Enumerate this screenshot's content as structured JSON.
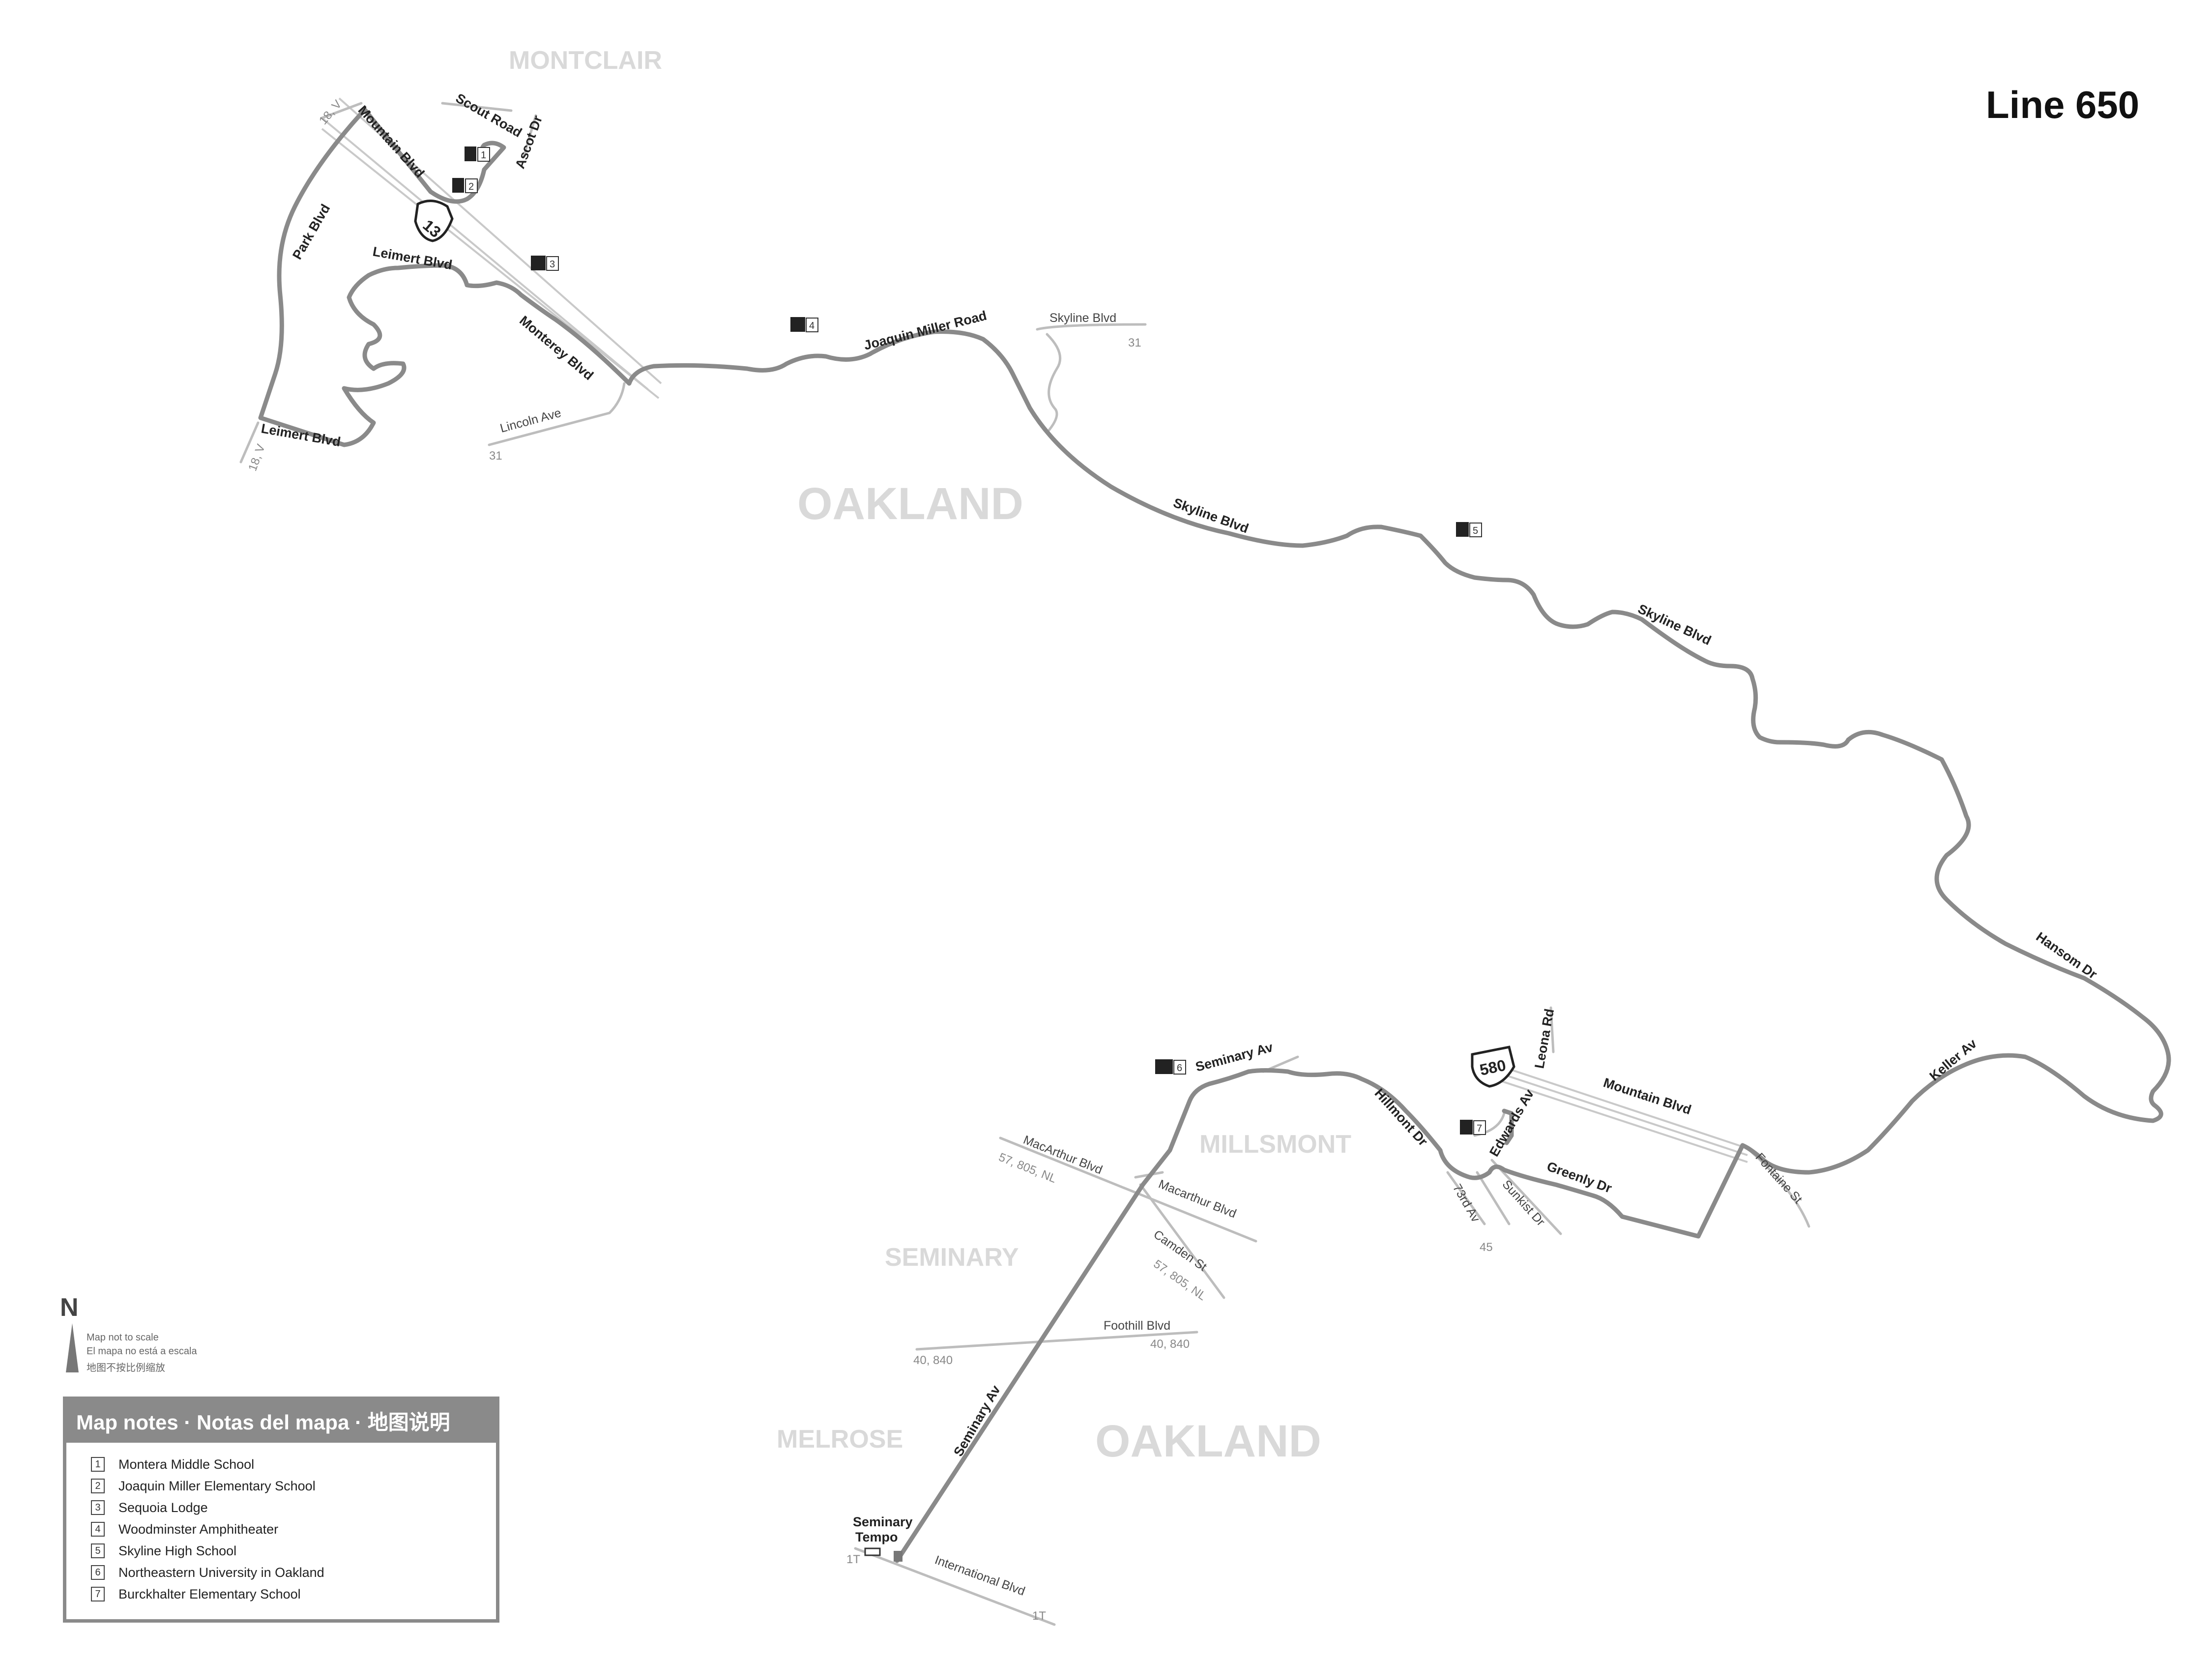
{
  "title": "Line 650",
  "areas": {
    "montclair": "MONTCLAIR",
    "oakland_north": "OAKLAND",
    "millsmont": "MILLSMONT",
    "seminary": "SEMINARY",
    "melrose": "MELROSE",
    "oakland_south": "OAKLAND"
  },
  "streets": {
    "mountain_blvd_north": "Mountain Blvd",
    "scout_road": "Scout Road",
    "ascot_dr": "Ascot Dr",
    "park_blvd": "Park Blvd",
    "leimert_blvd_upper": "Leimert Blvd",
    "leimert_blvd_lower": "Leimert Blvd",
    "monterey_blvd": "Monterey Blvd",
    "lincoln_ave": "Lincoln Ave",
    "joaquin_miller_road": "Joaquin Miller Road",
    "skyline_blvd_side": "Skyline Blvd",
    "skyline_blvd_1": "Skyline Blvd",
    "skyline_blvd_2": "Skyline Blvd",
    "hansom_dr": "Hansom Dr",
    "keller_av": "Keller Av",
    "leona_rd": "Leona Rd",
    "mountain_blvd_south": "Mountain Blvd",
    "fontaine_st": "Fontaine St",
    "greenly_dr": "Greenly Dr",
    "edwards_av": "Edwards Av",
    "sunkist_dr": "Sunkist Dr",
    "ave_73rd": "73rd Av",
    "hillmont_dr": "Hillmont Dr",
    "seminary_av_top": "Seminary Av",
    "seminary_av": "Seminary Av",
    "macarthur_blvd_1": "MacArthur Blvd",
    "macarthur_blvd_2": "Macarthur Blvd",
    "camden_st": "Camden St",
    "foothill_blvd": "Foothill Blvd",
    "international_blvd": "International Blvd",
    "seminary_tempo_1": "Seminary",
    "seminary_tempo_2": "Tempo"
  },
  "connections": {
    "c_18v_top": "18, V",
    "c_18v_bottom": "18, V",
    "c_31_lincoln": "31",
    "c_31_skyline": "31",
    "c_45": "45",
    "c_macarthur": "57, 805, NL",
    "c_camden": "57, 805, NL",
    "c_foothill_left": "40, 840",
    "c_foothill_right": "40, 840",
    "c_1t_left": "1T",
    "c_1t_right": "1T"
  },
  "shields": {
    "hwy13": "13",
    "i580": "580"
  },
  "markers": [
    "1",
    "2",
    "3",
    "4",
    "5",
    "6",
    "7"
  ],
  "north_arrow": {
    "letter": "N",
    "scale_en": "Map not to scale",
    "scale_es": "El mapa no está a escala",
    "scale_zh": "地图不按比例缩放"
  },
  "legend": {
    "header": "Map notes · Notas del mapa · 地图说明",
    "items": [
      {
        "num": "1",
        "label": "Montera Middle School"
      },
      {
        "num": "2",
        "label": "Joaquin Miller Elementary School"
      },
      {
        "num": "3",
        "label": "Sequoia Lodge"
      },
      {
        "num": "4",
        "label": "Woodminster Amphitheater"
      },
      {
        "num": "5",
        "label": "Skyline High School"
      },
      {
        "num": "6",
        "label": "Northeastern University in Oakland"
      },
      {
        "num": "7",
        "label": "Burckhalter Elementary School"
      }
    ]
  },
  "colors": {
    "route": "#8a8a8a",
    "street": "#bdbdbd",
    "area_label": "#d9d9d9",
    "legend_header": "#8a8a8a"
  }
}
